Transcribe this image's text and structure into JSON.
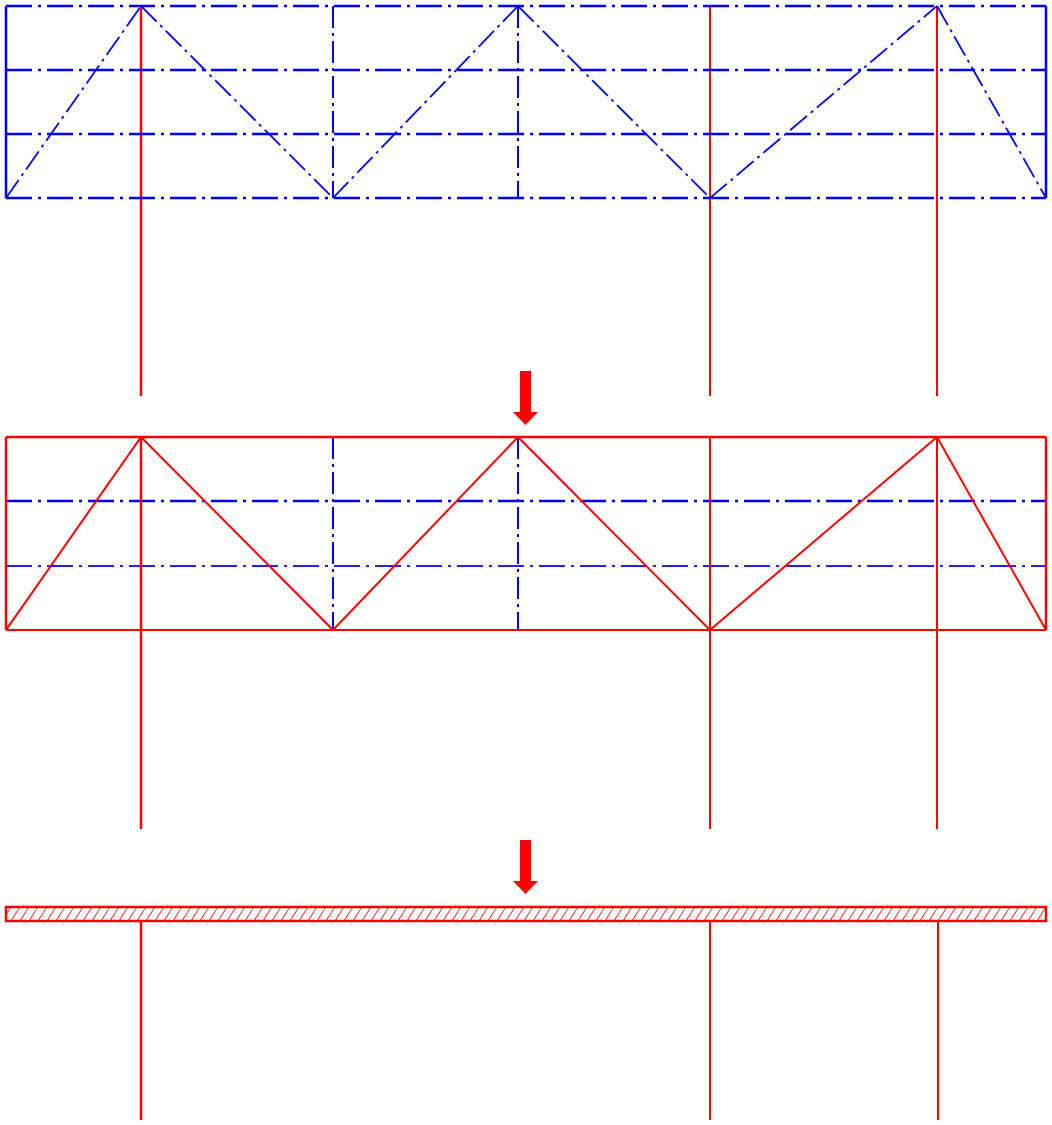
{
  "diagram": {
    "stages": [
      {
        "id": "stage-1",
        "description_state": "all-blue-truss"
      },
      {
        "id": "stage-2",
        "description_state": "red-truss-blue-infill"
      },
      {
        "id": "stage-3",
        "description_state": "hatched-slab"
      }
    ],
    "colors": {
      "structure": "#ff0000",
      "construction_lines": "#0000ff",
      "background": "#ffffff"
    },
    "arrows": [
      {
        "id": "arrow-1",
        "direction": "down",
        "color": "#ff0000"
      },
      {
        "id": "arrow-2",
        "direction": "down",
        "color": "#ff0000"
      }
    ]
  }
}
